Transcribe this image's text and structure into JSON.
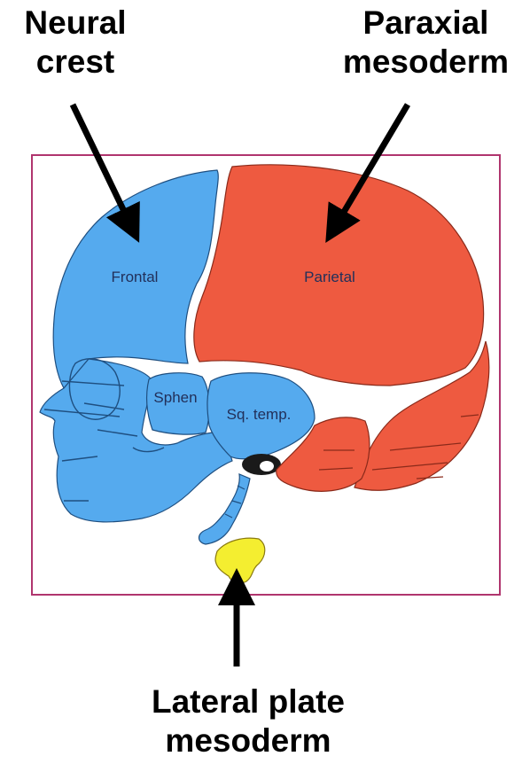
{
  "callouts": {
    "neural_crest": [
      "Neural",
      "crest"
    ],
    "paraxial_mesoderm": [
      "Paraxial",
      "mesoderm"
    ],
    "lateral_plate_mesoderm": [
      "Lateral plate",
      "mesoderm"
    ]
  },
  "bones": {
    "frontal": "Frontal",
    "parietal": "Parietal",
    "sphenoid": "Sphen",
    "squamous_temporal": "Sq. temp."
  },
  "colors": {
    "neural_crest": "#55aaee",
    "paraxial_mesoderm": "#ee5a40",
    "lateral_plate_mesoderm": "#f4ee30",
    "frame": "#b0356e"
  }
}
